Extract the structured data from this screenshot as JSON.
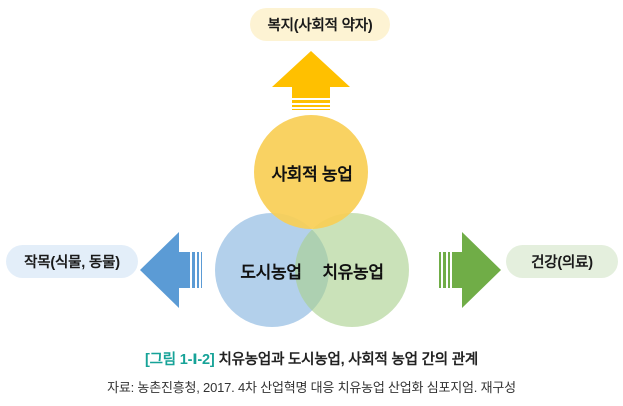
{
  "figure": {
    "badges": {
      "top": {
        "label": "복지(사회적 약자)",
        "color": "#FDF3D3"
      },
      "left": {
        "label": "작목(식물, 동물)",
        "color": "#E3EEF9"
      },
      "right": {
        "label": "건강(의료)",
        "color": "#E4EFDD"
      }
    },
    "venn": {
      "circles": [
        {
          "label": "사회적 농업",
          "color": "#F8CE55",
          "position": "top"
        },
        {
          "label": "도시농업",
          "color": "#AECCE6",
          "position": "bottom-left"
        },
        {
          "label": "치유농업",
          "color": "#C9E0AE",
          "position": "bottom-right"
        }
      ]
    },
    "arrows": {
      "up": {
        "color": "#FFC000",
        "direction": "up"
      },
      "left": {
        "color": "#5B9BD5",
        "direction": "left"
      },
      "right": {
        "color": "#70AD47",
        "direction": "right"
      }
    }
  },
  "caption": {
    "tag": "[그림 1-Ⅰ-2]",
    "text": "치유농업과 도시농업, 사회적 농업 간의 관계",
    "tag_color": "#17A398"
  },
  "source": {
    "text": "자료: 농촌진흥청, 2017. 4차 산업혁명 대응 치유농업 산업화 심포지엄. 재구성"
  }
}
